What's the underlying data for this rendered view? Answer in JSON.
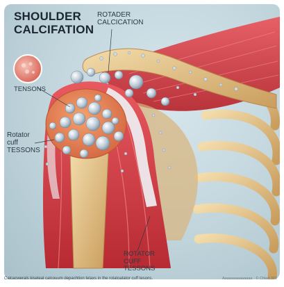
{
  "title_line1": "SHOULDER",
  "title_line2": "CALCIFATION",
  "label_top_line1": "ROTADER",
  "label_top_line2": "CALCICATION",
  "label_tendons": "TENSONS",
  "label_left_line1": "Rotator",
  "label_left_line2": "cuff",
  "label_left_line3": "TESSONS",
  "label_bottom_line1": "ROTATOR",
  "label_bottom_line2": "CUFF",
  "label_bottom_line3": "TESSONS",
  "caption": "Calcacwerals kiseleal calcouum depachtion telaxs in the rotatoatator cuff tesons.",
  "credit": "Aaaaaaaaaaaaaa · © Chlad 360",
  "colors": {
    "muscle": "#d8383f",
    "muscle_light": "#ef7478",
    "bone": "#e9c98f",
    "bone_dark": "#c99d5d",
    "tendon": "#eaf0f4",
    "calcium": "#b7c6d3",
    "background": "#c5d8df"
  }
}
